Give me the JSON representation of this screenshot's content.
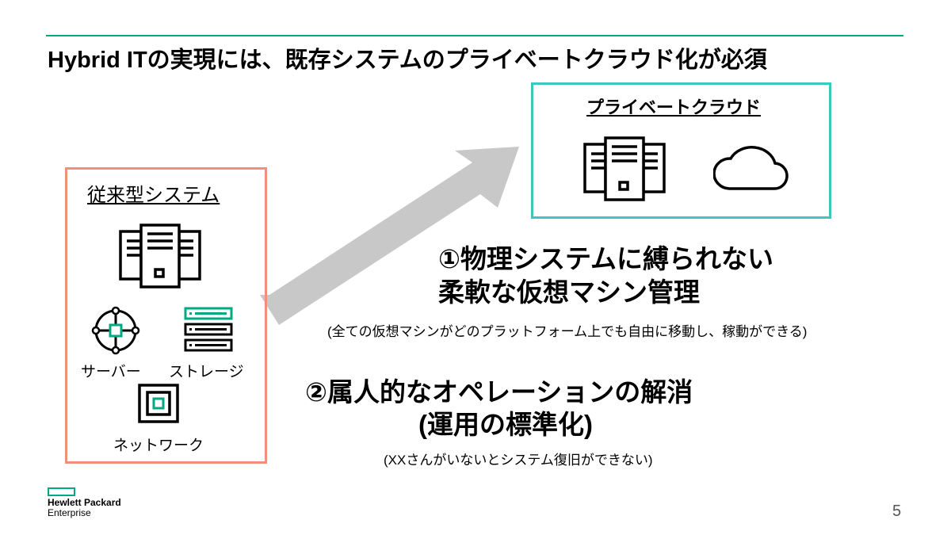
{
  "title": "Hybrid ITの実現には、既存システムのプライベートクラウド化が必須",
  "legacy": {
    "title": "従来型システム",
    "server_label": "サーバー",
    "storage_label": "ストレージ",
    "network_label": "ネットワーク"
  },
  "private_cloud": {
    "title": "プライベートクラウド"
  },
  "point1": {
    "line1": "①物理システムに縛られない",
    "line2": "柔軟な仮想マシン管理",
    "note": "(全ての仮想マシンがどのプラットフォーム上でも自由に移動し、稼動ができる)"
  },
  "point2": {
    "line1": "②属人的なオペレーションの解消",
    "line2": "(運用の標準化)",
    "note": "(XXさんがいないとシステム復旧ができない)"
  },
  "logo": {
    "line1": "Hewlett Packard",
    "line2": "Enterprise"
  },
  "page_number": "5",
  "colors": {
    "accent": "#01a982",
    "legacy_border": "#f0907a",
    "cloud_border": "#3cc8c0",
    "arrow": "#c8c8c8"
  }
}
